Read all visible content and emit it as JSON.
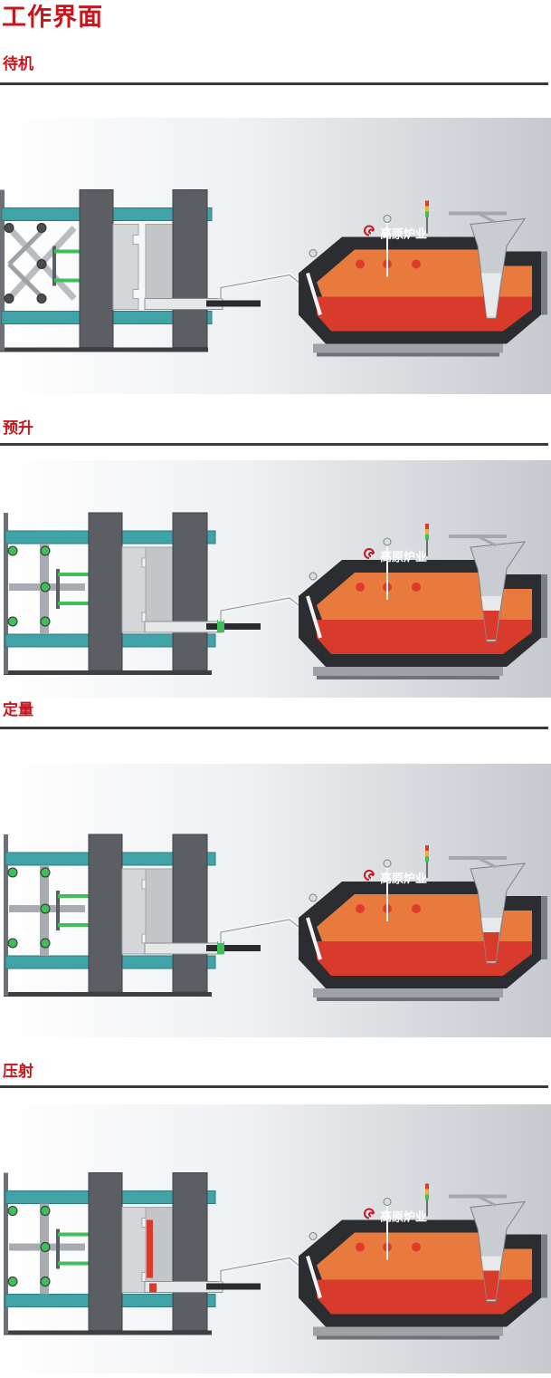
{
  "page": {
    "title": "工作界面"
  },
  "brand": {
    "name": "高原炉业"
  },
  "colors": {
    "accent": "#c8161d",
    "rod": "#3fa3a8",
    "platen": "#5b5e62",
    "furnace_body": "#2b2d30",
    "molten_top": "#e77a3c",
    "molten_bottom": "#d83a2c",
    "joint": "#3fbf5a"
  },
  "stages": [
    {
      "id": "standby",
      "label": "待机"
    },
    {
      "id": "pre-lift",
      "label": "预升"
    },
    {
      "id": "dosing",
      "label": "定量"
    },
    {
      "id": "injection",
      "label": "压射"
    }
  ]
}
